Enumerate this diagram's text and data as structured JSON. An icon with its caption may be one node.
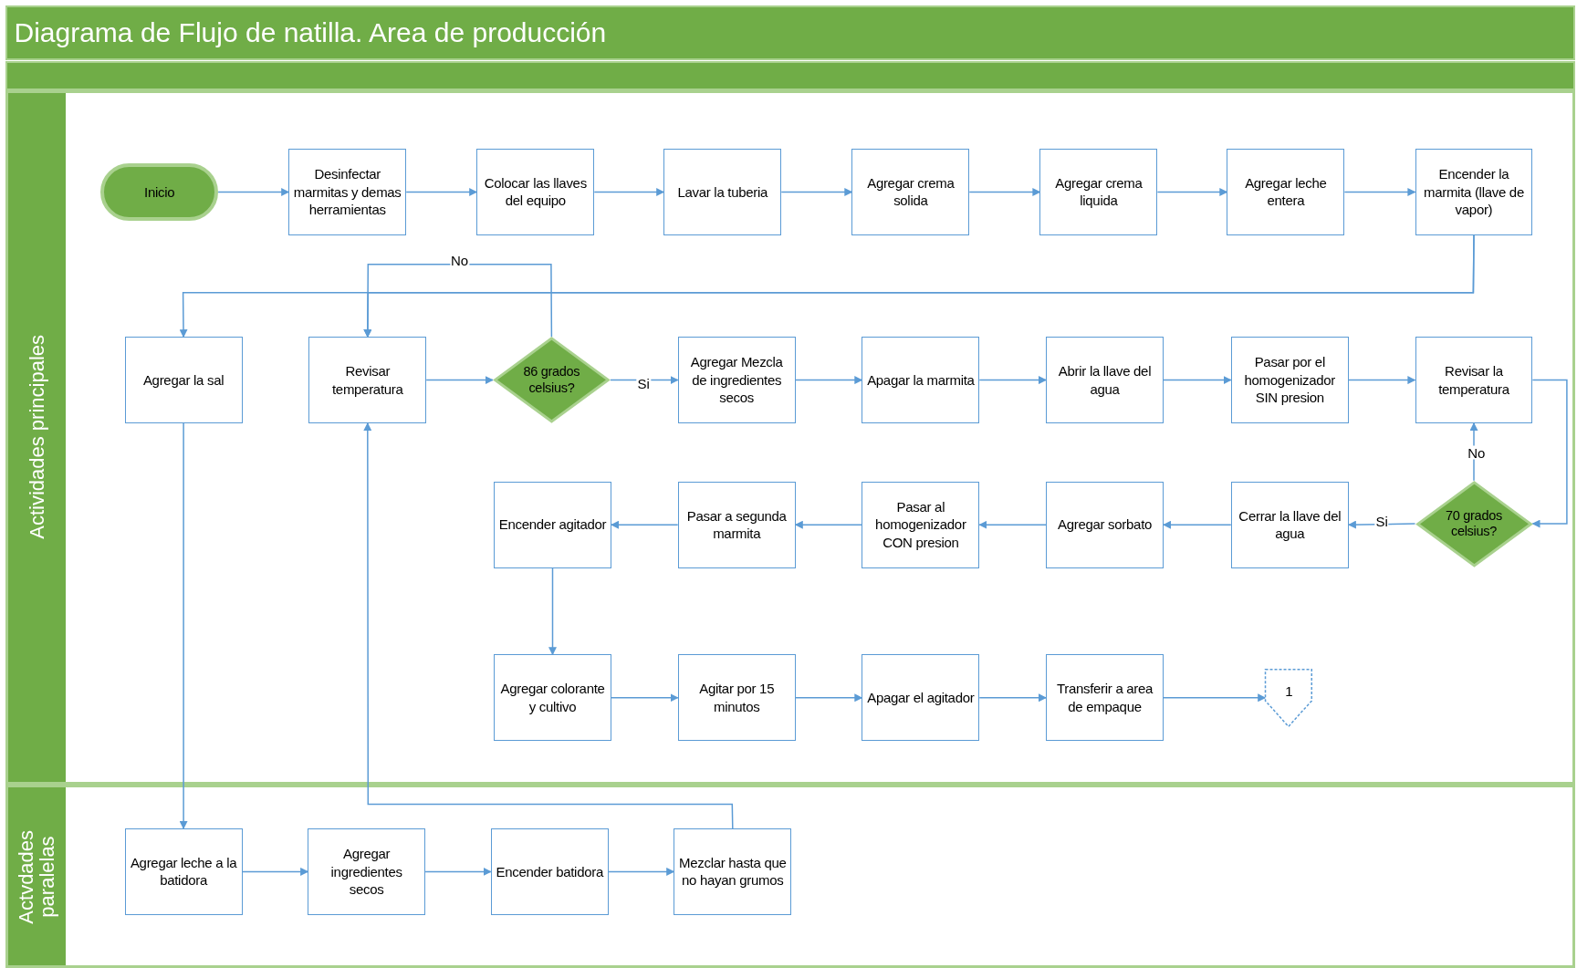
{
  "diagram": {
    "title": "Diagrama de Flujo de natilla. Area de producción",
    "nodes": [
      {
        "text": [
          "Actividades principales"
        ]
      },
      {
        "text": [
          "Inicio"
        ],
        "in": 0
      },
      {
        "text": [
          "Desinfectar marmitas y demas herramientas"
        ],
        "in": 0
      },
      {
        "text": [
          "Colocar las llaves del equipo"
        ],
        "in": 0
      },
      {
        "text": [
          "Lavar la tuberia"
        ],
        "in": 0
      },
      {
        "text": [
          "Agregar crema solida"
        ],
        "in": 0
      },
      {
        "text": [
          "Agregar crema liquida"
        ],
        "in": 0
      },
      {
        "text": [
          "Agregar leche entera"
        ],
        "in": 0
      },
      {
        "text": [
          "Encender la marmita (llave de vapor)"
        ],
        "in": 0
      },
      {
        "text": [
          "Agregar la sal"
        ],
        "in": 0
      },
      {
        "text": [
          "Revisar temperatura"
        ],
        "in": 0
      },
      {
        "text": [
          "86 grados celsius?"
        ],
        "in": 0
      },
      {
        "text": [
          "Agregar Mezcla de ingredientes secos"
        ],
        "in": 0
      },
      {
        "text": [
          "Apagar la marmita"
        ],
        "in": 0
      },
      {
        "text": [
          "Abrir la llave del agua"
        ],
        "in": 0
      },
      {
        "text": [
          "Pasar por el homogenizador SIN presion"
        ],
        "in": 0
      },
      {
        "text": [
          "Revisar la temperatura"
        ],
        "in": 0
      },
      {
        "text": [
          "Encender agitador"
        ],
        "in": 0
      },
      {
        "text": [
          "Pasar a segunda marmita"
        ],
        "in": 0
      },
      {
        "text": [
          "Pasar al homogenizador CON presion"
        ],
        "in": 0
      },
      {
        "text": [
          "Agregar sorbato"
        ],
        "in": 0
      },
      {
        "text": [
          "Cerrar la llave del agua"
        ],
        "in": 0
      },
      {
        "text": [
          "70 grados celsius?"
        ],
        "in": 0
      },
      {
        "text": [
          "Agregar colorante y cultivo"
        ],
        "in": 0
      },
      {
        "text": [
          "Agitar por 15 minutos"
        ],
        "in": 0
      },
      {
        "text": [
          "Apagar el agitador"
        ],
        "in": 0
      },
      {
        "text": [
          "Transferir a area de empaque"
        ],
        "in": 0
      },
      {
        "text": [
          "1"
        ],
        "in": 0
      },
      {
        "text": [
          "Actvdades paralelas"
        ]
      },
      {
        "text": [
          "Agregar leche a la batidora"
        ],
        "in": 28
      },
      {
        "text": [
          "Agregar ingredientes secos"
        ],
        "in": 28
      },
      {
        "text": [
          "Encender batidora"
        ],
        "in": 28
      },
      {
        "text": [
          "Mezclar hasta que no hayan grumos"
        ],
        "in": 28
      }
    ],
    "edges": [
      {
        "from": 1,
        "to": 2,
        "arrow": "to"
      },
      {
        "from": 2,
        "to": 3,
        "arrow": "to"
      },
      {
        "from": 3,
        "to": 4,
        "arrow": "to"
      },
      {
        "from": 4,
        "to": 5,
        "arrow": "to"
      },
      {
        "from": 5,
        "to": 6,
        "arrow": "to"
      },
      {
        "from": 6,
        "to": 7,
        "arrow": "to"
      },
      {
        "from": 7,
        "to": 8,
        "arrow": "to"
      },
      {
        "from": 8,
        "to": 9,
        "arrow": "to"
      },
      {
        "from": 8,
        "to": 10,
        "arrow": "to"
      },
      {
        "from": 10,
        "to": 11,
        "arrow": "to"
      },
      {
        "from": 11,
        "to": 10,
        "arrow": "to",
        "label": "No"
      },
      {
        "from": 11,
        "to": 12,
        "arrow": "to",
        "label": "Si"
      },
      {
        "from": 12,
        "to": 13,
        "arrow": "to"
      },
      {
        "from": 13,
        "to": 14,
        "arrow": "to"
      },
      {
        "from": 14,
        "to": 15,
        "arrow": "to"
      },
      {
        "from": 15,
        "to": 16,
        "arrow": "to"
      },
      {
        "from": 16,
        "to": 22,
        "arrow": "to"
      },
      {
        "from": 22,
        "to": 16,
        "arrow": "to",
        "label": "No"
      },
      {
        "from": 22,
        "to": 21,
        "arrow": "to",
        "label": "Si"
      },
      {
        "from": 21,
        "to": 20,
        "arrow": "to"
      },
      {
        "from": 20,
        "to": 19,
        "arrow": "to"
      },
      {
        "from": 19,
        "to": 18,
        "arrow": "to"
      },
      {
        "from": 18,
        "to": 17,
        "arrow": "to"
      },
      {
        "from": 17,
        "to": 23,
        "arrow": "to"
      },
      {
        "from": 23,
        "to": 24,
        "arrow": "to"
      },
      {
        "from": 24,
        "to": 25,
        "arrow": "to"
      },
      {
        "from": 25,
        "to": 26,
        "arrow": "to"
      },
      {
        "from": 26,
        "to": 27,
        "arrow": "to"
      },
      {
        "from": 9,
        "to": 29,
        "arrow": "to"
      },
      {
        "from": 29,
        "to": 30,
        "arrow": "to"
      },
      {
        "from": 30,
        "to": 31,
        "arrow": "to"
      },
      {
        "from": 31,
        "to": 32,
        "arrow": "to"
      },
      {
        "from": 32,
        "to": 10,
        "arrow": "to"
      }
    ]
  }
}
